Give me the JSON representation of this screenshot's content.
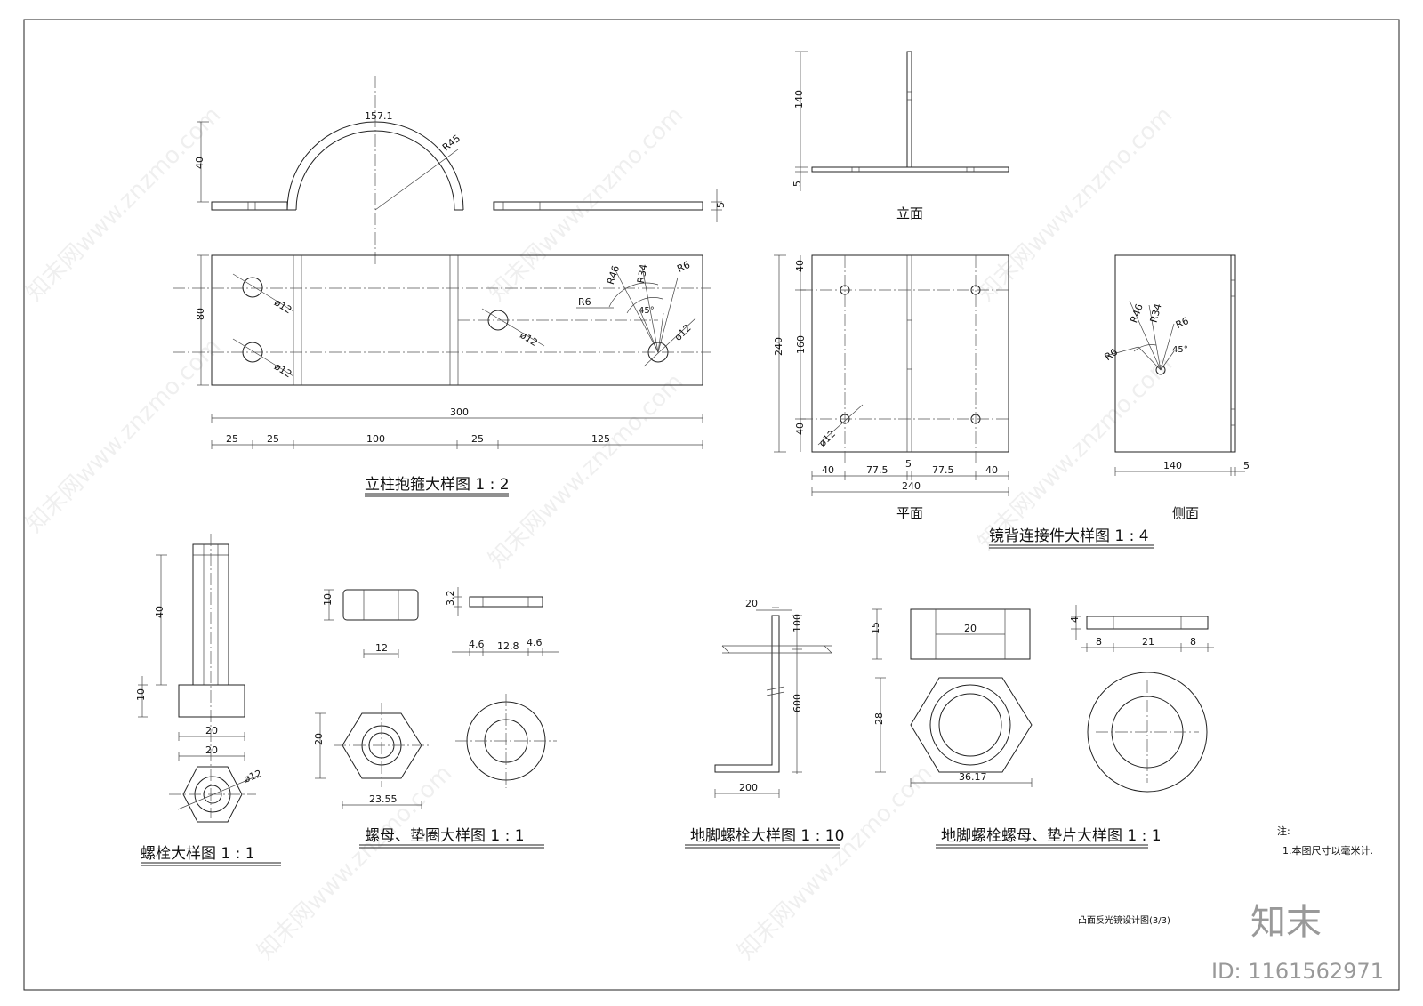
{
  "titles": {
    "clamp": "立柱抱箍大样图  1 : 2",
    "connector": "镜背连接件大样图  1 : 4",
    "bolt": "螺栓大样图  1 : 1",
    "nut_washer": "螺母、垫圈大样图  1 : 1",
    "anchor_bolt": "地脚螺栓大样图 1 : 10",
    "anchor_nut": "地脚螺栓螺母、垫片大样图  1 : 1",
    "sheet": "凸面反光镜设计图(3/3)"
  },
  "views": {
    "elevation": "立面",
    "plan": "平面",
    "side": "侧面"
  },
  "notes": {
    "heading": "注:",
    "line1": "1.本图尺寸以毫米计."
  },
  "watermark": {
    "logo": "知末",
    "id": "ID: 1161562971",
    "text": "知末网www.znzmo.com"
  },
  "clamp_dims": {
    "arc": "157.1",
    "r45": "R45",
    "h40": "40",
    "t5": "5",
    "w80": "80",
    "d12": "ø12",
    "r46": "R46",
    "r34": "R34",
    "r6": "R6",
    "a45": "45°",
    "total": "300",
    "s1": "25",
    "s2": "25",
    "s3": "100",
    "s4": "25",
    "s5": "125"
  },
  "connector_dims": {
    "h140": "140",
    "t5": "5",
    "h240": "240",
    "v40a": "40",
    "v160": "160",
    "v40b": "40",
    "d12": "ø12",
    "w40a": "40",
    "w775a": "77.5",
    "w5": "5",
    "w775b": "77.5",
    "w40b": "40",
    "w240": "240",
    "r46": "R46",
    "r34": "R34",
    "r6a": "R6",
    "r6b": "R6",
    "a45": "45°",
    "s140": "140",
    "s5": "5"
  },
  "bolt_dims": {
    "l40": "40",
    "h10": "10",
    "w20a": "20",
    "w20b": "20",
    "d12": "ø12"
  },
  "nut_dims": {
    "h10": "10",
    "w12": "12",
    "t32": "3.2",
    "a46": "4.6",
    "b128": "12.8",
    "c46": "4.6",
    "h20": "20",
    "w2355": "23.55"
  },
  "anchor_dims": {
    "w20": "20",
    "h100": "100",
    "h600": "600",
    "w200": "200"
  },
  "anchor_nut_dims": {
    "h15": "15",
    "w20": "20",
    "t4": "4",
    "a8": "8",
    "b21": "21",
    "c8": "8",
    "h28": "28",
    "w3617": "36.17"
  }
}
